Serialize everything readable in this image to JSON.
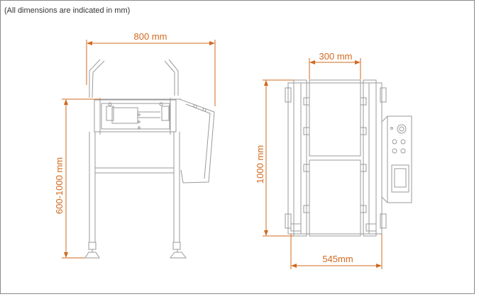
{
  "note": "(All dimensions are indicated in mm)",
  "colors": {
    "dimension": "#d2691e",
    "machine": "#9a9a9a",
    "frame": "#8a8a8a",
    "background": "#ffffff"
  },
  "front_view": {
    "width_label": "800 mm",
    "height_label": "600-1000 mm"
  },
  "top_view": {
    "belt_width_label": "300 mm",
    "length_label": "1000 mm",
    "overall_width_label": "545mm"
  }
}
